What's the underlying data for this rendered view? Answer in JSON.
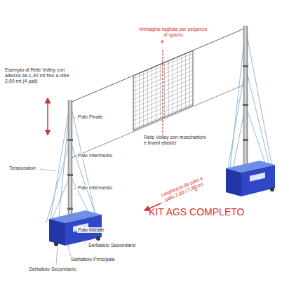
{
  "diagram": {
    "title": "KIT AGS COMPLETO",
    "labels": [
      "Esempio di Rete Volley con altezza da 1,40 mt fino a oltre 2,00 mt (4 pali)",
      "Immagine tagliata per esigenze di spazio",
      "*",
      "Palo Finale",
      "Palo Intermedio",
      "Rete Volley con moschettoni e tiranti elastici",
      "Tensionatori",
      "Palo Intermedio",
      "Larghezza da palo a palo 7,00 / 7,50 mt",
      "Palo Iniziale",
      "Serbatoio Secondario",
      "Serbatoio Principale",
      "Serbatoio Secondario"
    ]
  }
}
